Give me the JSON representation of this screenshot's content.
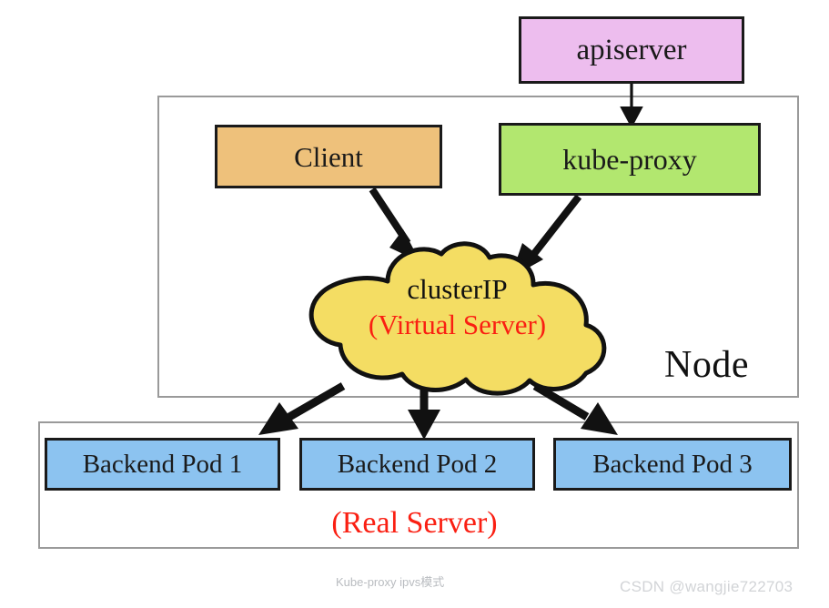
{
  "diagram": {
    "title_caption": "Kube-proxy ipvs模式",
    "watermark": "CSDN @wangjie722703",
    "containers": [
      {
        "id": "node",
        "label": "Node"
      },
      {
        "id": "real-server",
        "label": "(Real Server)"
      }
    ],
    "nodes": {
      "apiserver": {
        "label": "apiserver",
        "color": "#edbdee"
      },
      "client": {
        "label": "Client",
        "color": "#eec17b"
      },
      "kube_proxy": {
        "label": "kube-proxy",
        "color": "#b2e76f"
      },
      "cluster_ip": {
        "line1": "clusterIP",
        "line2": "(Virtual Server)",
        "color": "#f4dd63",
        "line1_color": "#111111",
        "line2_color": "#fa1f12"
      },
      "pods": [
        {
          "label": "Backend Pod 1",
          "color": "#8cc3f0"
        },
        {
          "label": "Backend Pod 2",
          "color": "#8cc3f0"
        },
        {
          "label": "Backend Pod 3",
          "color": "#8cc3f0"
        }
      ]
    },
    "edges": [
      {
        "from": "apiserver",
        "to": "kube-proxy"
      },
      {
        "from": "client",
        "to": "clusterIP"
      },
      {
        "from": "kube-proxy",
        "to": "clusterIP"
      },
      {
        "from": "clusterIP",
        "to": "backend-pod-1"
      },
      {
        "from": "clusterIP",
        "to": "backend-pod-2"
      },
      {
        "from": "clusterIP",
        "to": "backend-pod-3"
      }
    ],
    "colors": {
      "container_border": "#9a9a9a",
      "shape_border": "#1a1a1a",
      "arrow": "#111111",
      "accent_red": "#fa1f12",
      "caption_gray": "#b9bcc0"
    }
  }
}
